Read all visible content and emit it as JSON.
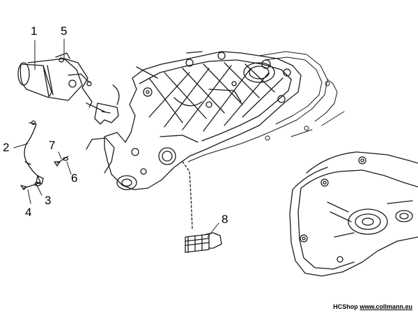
{
  "callouts": {
    "p1": "1",
    "p2": "2",
    "p3": "3",
    "p4": "4",
    "p5": "5",
    "p6": "6",
    "p7": "7",
    "p8": "8"
  },
  "watermark": {
    "brand": "HCShop",
    "url": "www.collmann.eu"
  },
  "colors": {
    "line": "#1a1a1a",
    "background": "#ffffff"
  }
}
